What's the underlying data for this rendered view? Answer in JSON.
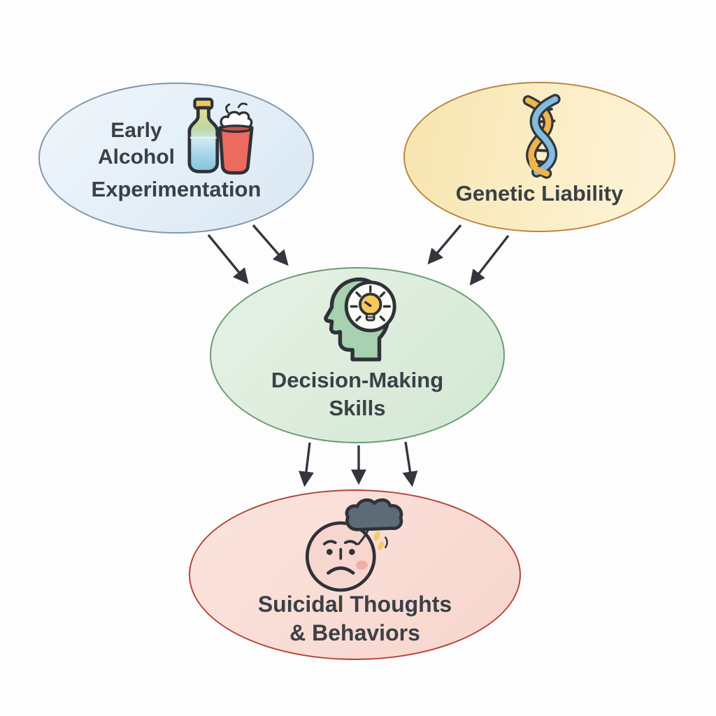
{
  "diagram": {
    "type": "flow-diagram",
    "background": "#fdfdfe",
    "text_color": "#3b4046",
    "arrow_color": "#33373d",
    "nodes": {
      "early_alcohol_experimentation": {
        "lines": [
          "Early",
          "Alcohol",
          "Experimentation"
        ],
        "fill": "#e3eef7",
        "border_color": "#8096ad",
        "icons": [
          "alcohol-bottle-icon",
          "party-cup-icon"
        ]
      },
      "genetic_liability": {
        "label": "Genetic Liability",
        "fill": "#fbeec7",
        "border_color": "#bd853f",
        "icons": [
          "dna-helix-icon"
        ]
      },
      "decision_making_skills": {
        "lines": [
          "Decision-Making",
          "Skills"
        ],
        "fill": "#dcecdc",
        "border_color": "#6b9c72",
        "icons": [
          "head-lightbulb-icon"
        ]
      },
      "suicidal_thoughts_behaviors": {
        "lines": [
          "Suicidal Thoughts",
          "& Behaviors"
        ],
        "fill": "#f9dcd4",
        "border_color": "#b5443a",
        "icons": [
          "sad-face-storm-cloud-icon"
        ]
      }
    },
    "edges": [
      {
        "from": "early_alcohol_experimentation",
        "to": "decision_making_skills",
        "arrow_count": 2
      },
      {
        "from": "genetic_liability",
        "to": "decision_making_skills",
        "arrow_count": 2
      },
      {
        "from": "decision_making_skills",
        "to": "suicidal_thoughts_behaviors",
        "arrow_count": 3
      }
    ]
  }
}
